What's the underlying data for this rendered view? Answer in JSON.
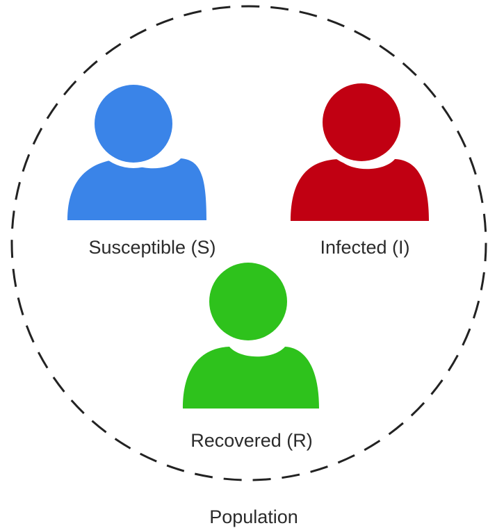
{
  "groups": [
    {
      "key": "susceptible",
      "label": "Susceptible (S)",
      "color": "#3a84e8",
      "icon": "person-icon"
    },
    {
      "key": "infected",
      "label": "Infected (I)",
      "color": "#c10012",
      "icon": "person-icon"
    },
    {
      "key": "recovered",
      "label": "Recovered (R)",
      "color": "#2ec21c",
      "icon": "person-icon"
    }
  ],
  "population_label": "Population",
  "boundary_color": "#222222"
}
